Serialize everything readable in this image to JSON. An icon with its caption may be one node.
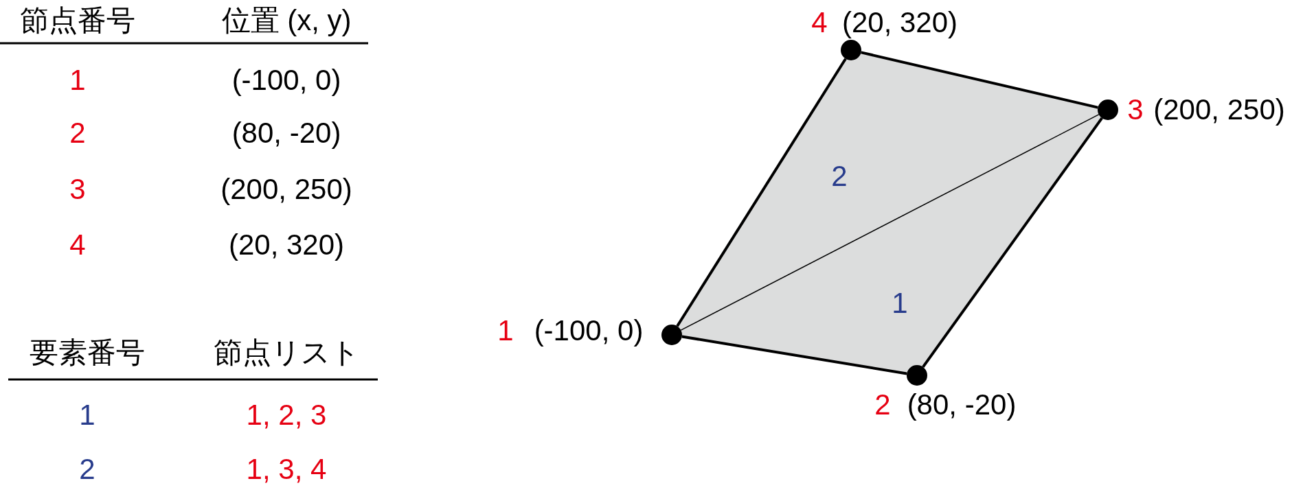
{
  "diagram": {
    "nodes": [
      {
        "text": [],
        "shape": "circle",
        "beside": [
          "1",
          "(-100, 0)"
        ]
      },
      {
        "text": [],
        "shape": "circle",
        "beside": [
          "2",
          "(80, -20)"
        ]
      },
      {
        "text": [],
        "shape": "circle",
        "beside": [
          "3",
          "(200, 250)"
        ]
      },
      {
        "text": [],
        "shape": "circle",
        "beside": [
          "4",
          "(20, 320)"
        ]
      }
    ],
    "edges": [
      {
        "from": 3,
        "to": 2,
        "arrow": "none"
      },
      {
        "from": 3,
        "to": 0,
        "arrow": "none"
      },
      {
        "from": 0,
        "to": 1,
        "arrow": "none"
      },
      {
        "from": 1,
        "to": 2,
        "arrow": "none"
      },
      {
        "from": 0,
        "to": 2,
        "arrow": "none"
      }
    ],
    "labels": [
      "節点番号",
      "位置 (x, y)",
      "1",
      "(-100, 0)",
      "2",
      "(80, -20)",
      "3",
      "(200, 250)",
      "4",
      "(20, 320)",
      "要素番号",
      "節点リスト",
      "1",
      "1, 2, 3",
      "2",
      "1, 3, 4",
      "2",
      "1"
    ]
  }
}
